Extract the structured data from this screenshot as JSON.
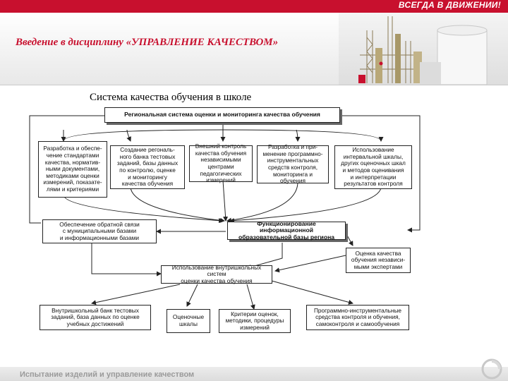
{
  "header": {
    "slogan": "ВСЕГДА В ДВИЖЕНИИ!",
    "title": "Введение в дисциплину «УПРАВЛЕНИЕ КАЧЕСТВОМ»",
    "subtitle": "Система качества обучения в школе"
  },
  "diagram": {
    "regional": "Региональная система оценки и мониторинга качества обучения",
    "development_standards": "Разработка и обеспе-\nчение стандартами\nкачества, норматив-\nными документами,\nметодиками оценки\nизмерений, показате-\nлями и критериями",
    "regional_test_bank": "Создание регональ-\nного банка тестовых\nзаданий, базы данных\nпо контролю, оценке\nи мониторингу\nкачества обучения",
    "external_control": "Внешний контроль\nкачества обучения\nнезависимыми\nцентрами\nпедагогических\nизмерений",
    "software_tools": "Разработка и при-\nменение программно-\nинструментальных\nсредств контроля,\nмониторинга и\nобучения",
    "interval_scales": "Использование\nинтервальной шкалы,\nдругих оценочных шкал\nи методов оценивания\nи интерпретации\nрезультатов контроля",
    "feedback": "Обеспечение обратной связи\nс муниципальными базами\nи информационными базами",
    "info_base": "Функционирование информационной\nобразовательной базы региона",
    "independent_experts": "Оценка качества\nобучения независи-\nмыми экспертами",
    "intraschool_systems": "Использование внутришкольных систем\nоценки качества обучения",
    "intraschool_bank": "Внутришкольный банк тестовых\nзаданий, база данных по оценке\nучебных достижений",
    "grading_scales": "Оценочные\nшкалы",
    "criteria": "Критерии оценок,\nметодики, процедуры\nизмерений",
    "selfcontrol_tools": "Программно-инструментальные\nсредства контроля и обучения,\nсамоконтроля и самообучения"
  },
  "footer": {
    "text": "Испытание изделий и управление качеством"
  },
  "colors": {
    "brand_red": "#c8102e",
    "line": "#222222"
  }
}
